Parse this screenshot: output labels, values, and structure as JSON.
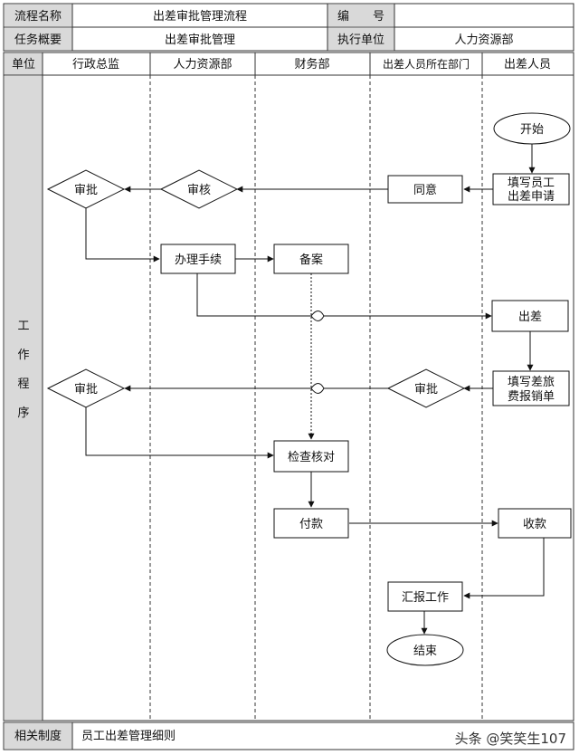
{
  "header": {
    "process_name_label": "流程名称",
    "process_name_value": "出差审批管理流程",
    "code_label": "编　　号",
    "code_value": "",
    "task_label": "任务概要",
    "task_value": "出差审批管理",
    "exec_unit_label": "执行单位",
    "exec_unit_value": "人力资源部"
  },
  "lanes": {
    "unit_label": "单位",
    "items": [
      "行政总监",
      "人力资源部",
      "财务部",
      "出差人员所在部门",
      "出差人员"
    ],
    "side_label": [
      "工",
      "作",
      "程",
      "序"
    ]
  },
  "nodes": {
    "start": "开始",
    "fill_request": [
      "填写员工",
      "出差申请"
    ],
    "agree": "同意",
    "review": "审核",
    "approve1": "审批",
    "procedures": "办理手续",
    "record": "备案",
    "trip": "出差",
    "fill_expense": [
      "填写差旅",
      "费报销单"
    ],
    "dept_approve": "审批",
    "approve2": "审批",
    "check": "检查核对",
    "pay": "付款",
    "receive": "收款",
    "report": "汇报工作",
    "end": "结束"
  },
  "footer": {
    "related_label": "相关制度",
    "related_value": "员工出差管理细则"
  },
  "watermark": "头条 @笑笑生107"
}
